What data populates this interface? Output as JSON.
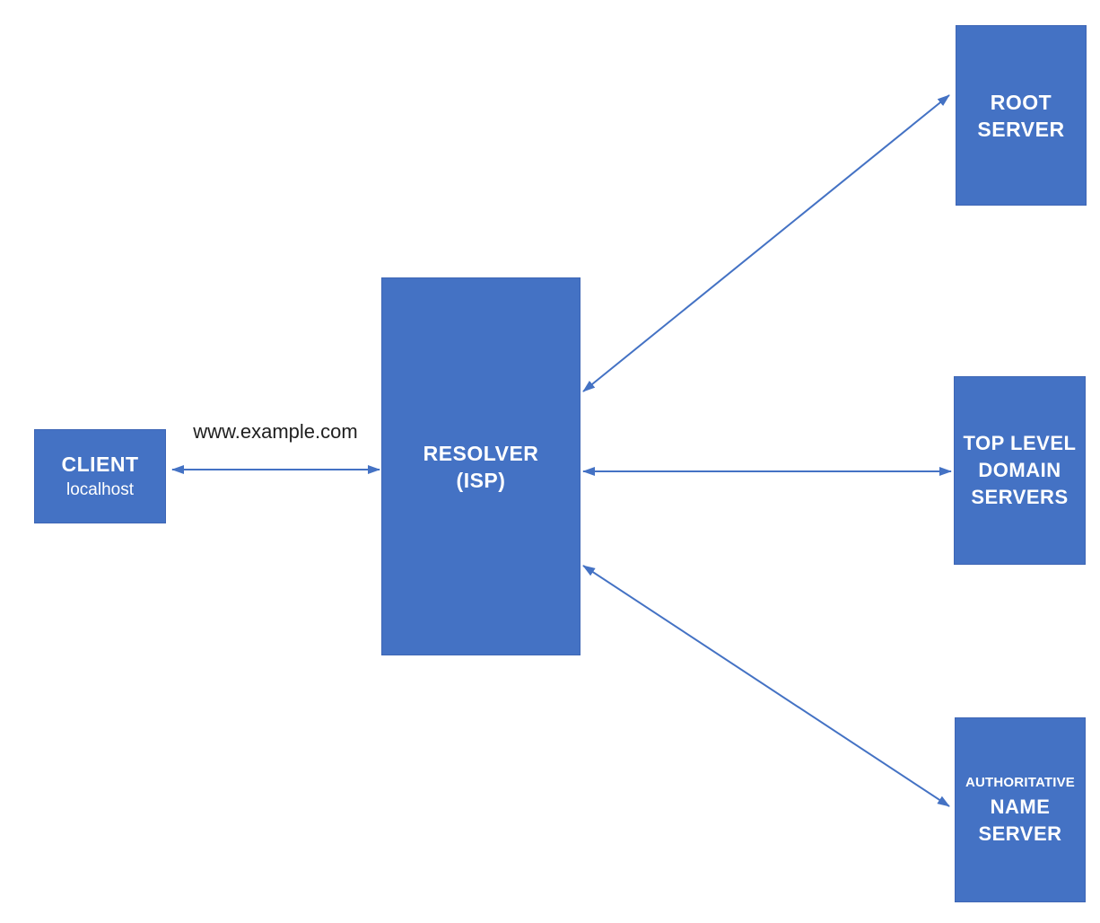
{
  "colors": {
    "node_fill": "#4472C4",
    "node_border": "#3E66B5",
    "node_text": "#FFFFFF",
    "arrow": "#4472C4",
    "label_text": "#1F1F1F",
    "background": "#FFFFFF"
  },
  "nodes": {
    "client": {
      "title": "CLIENT",
      "subtitle": "localhost"
    },
    "resolver": {
      "lines": [
        "RESOLVER",
        "(ISP)"
      ]
    },
    "root": {
      "lines": [
        "ROOT",
        "SERVER"
      ]
    },
    "tld": {
      "lines": [
        "TOP LEVEL",
        "DOMAIN",
        "SERVERS"
      ]
    },
    "authoritative": {
      "small_line": "AUTHORITATIVE",
      "lines": [
        "NAME",
        "SERVER"
      ]
    }
  },
  "edges": {
    "client_resolver": {
      "label": "www.example.com",
      "style": "double-arrow"
    },
    "resolver_root": {
      "label": "",
      "style": "double-arrow"
    },
    "resolver_tld": {
      "label": "",
      "style": "double-arrow"
    },
    "resolver_authoritative": {
      "label": "",
      "style": "double-arrow"
    }
  }
}
